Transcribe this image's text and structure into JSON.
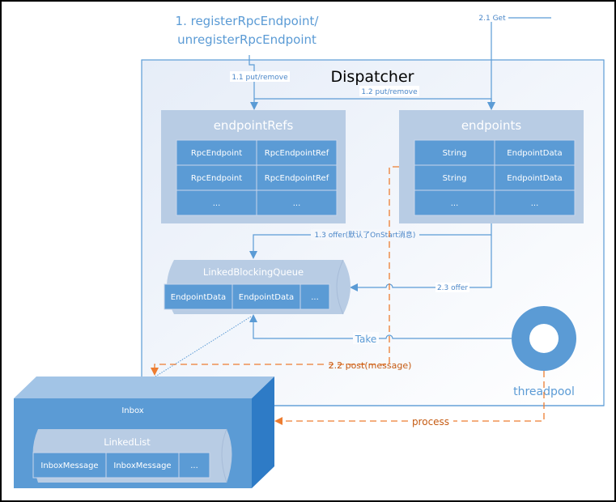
{
  "colors": {
    "accent_blue": "#5b9bd5",
    "dark_blue": "#2e75b6",
    "light_blue": "#b8cce4",
    "pale_blue": "#eaf0f9",
    "line_blue": "#5b9bd5",
    "label_blue": "#4a86c8",
    "orange": "#ed7d31",
    "white": "#ffffff"
  },
  "top_label": {
    "line1": "1. registerRpcEndpoint/",
    "line2": "unregisterRpcEndpoint"
  },
  "dispatcher": {
    "title": "Dispatcher",
    "arrows": {
      "put_remove_1": "1.1 put/remove",
      "put_remove_2": "1.2 put/remove",
      "get": "2.1 Get",
      "offer_1": "1.3 offer(默认了OnStart消息)",
      "offer_2": "2.3 offer",
      "take": "Take",
      "post": "2.2 post(message)",
      "process": "process"
    },
    "endpoint_refs": {
      "title": "endpointRefs",
      "rows": [
        [
          "RpcEndpoint",
          "RpcEndpointRef"
        ],
        [
          "RpcEndpoint",
          "RpcEndpointRef"
        ],
        [
          "...",
          "..."
        ]
      ]
    },
    "endpoints": {
      "title": "endpoints",
      "rows": [
        [
          "String",
          "EndpointData"
        ],
        [
          "String",
          "EndpointData"
        ],
        [
          "...",
          "..."
        ]
      ]
    },
    "queue": {
      "title": "LinkedBlockingQueue",
      "items": [
        "EndpointData",
        "EndpointData",
        "..."
      ]
    },
    "threadpool": {
      "label": "threadpool"
    }
  },
  "inbox": {
    "title": "Inbox",
    "list": {
      "title": "LinkedList",
      "items": [
        "InboxMessage",
        "InboxMessage",
        "..."
      ]
    }
  }
}
